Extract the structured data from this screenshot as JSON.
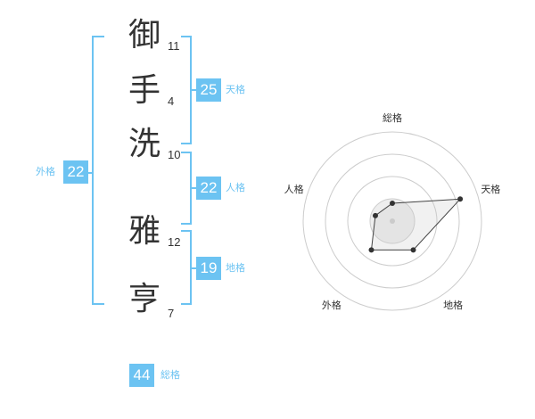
{
  "name_chars": [
    {
      "char": "御",
      "strokes": "11"
    },
    {
      "char": "手",
      "strokes": "4"
    },
    {
      "char": "洗",
      "strokes": "10"
    },
    {
      "char": "雅",
      "strokes": "12"
    },
    {
      "char": "亨",
      "strokes": "7"
    }
  ],
  "fortunes": {
    "tenkaku": {
      "label": "天格",
      "value": "25"
    },
    "jinkaku": {
      "label": "人格",
      "value": "22"
    },
    "chikaku": {
      "label": "地格",
      "value": "19"
    },
    "gaikaku": {
      "label": "外格",
      "value": "22"
    },
    "soukaku": {
      "label": "総格",
      "value": "44"
    }
  },
  "colors": {
    "accent": "#6cc3f2",
    "text": "#333333",
    "grid": "#cccccc"
  },
  "chart_data": {
    "type": "radar",
    "axes": [
      "総格",
      "天格",
      "地格",
      "外格",
      "人格"
    ],
    "values": [
      1,
      4,
      2,
      2,
      1
    ],
    "max": 5
  }
}
